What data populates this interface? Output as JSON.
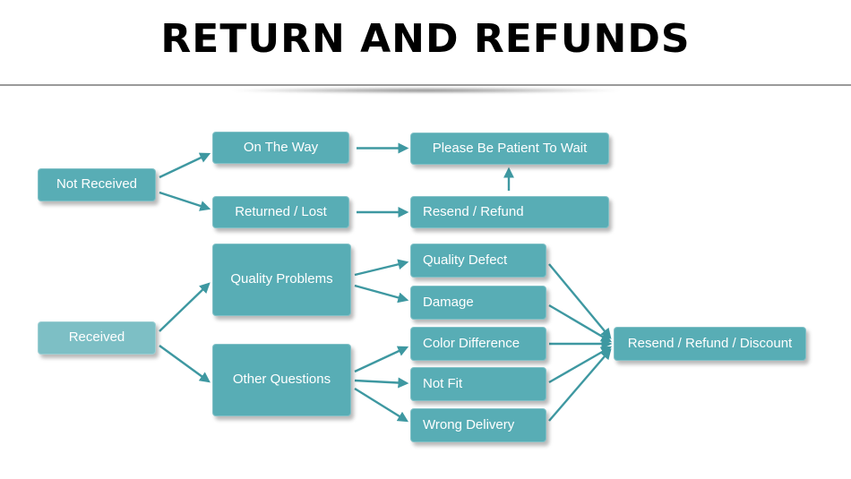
{
  "title": "RETURN AND REFUNDS",
  "colors": {
    "box": "#58adb5",
    "box-light": "#7dbfc5",
    "box-text": "#ffffff",
    "arrow": "#3e98a1",
    "title": "#000000"
  },
  "nodes": {
    "not_received": {
      "label": "Not Received"
    },
    "on_the_way": {
      "label": "On The Way"
    },
    "please_be_patient": {
      "label": "Please Be Patient To Wait"
    },
    "returned_lost": {
      "label": "Returned / Lost"
    },
    "resend_refund": {
      "label": "Resend / Refund"
    },
    "received": {
      "label": "Received"
    },
    "quality_problems": {
      "label": "Quality Problems"
    },
    "quality_defect": {
      "label": "Quality Defect"
    },
    "damage": {
      "label": "Damage"
    },
    "other_questions": {
      "label": "Other Questions"
    },
    "color_difference": {
      "label": "Color Difference"
    },
    "not_fit": {
      "label": "Not Fit"
    },
    "wrong_delivery": {
      "label": "Wrong Delivery"
    },
    "resend_refund_discount": {
      "label": "Resend / Refund / Discount"
    }
  }
}
